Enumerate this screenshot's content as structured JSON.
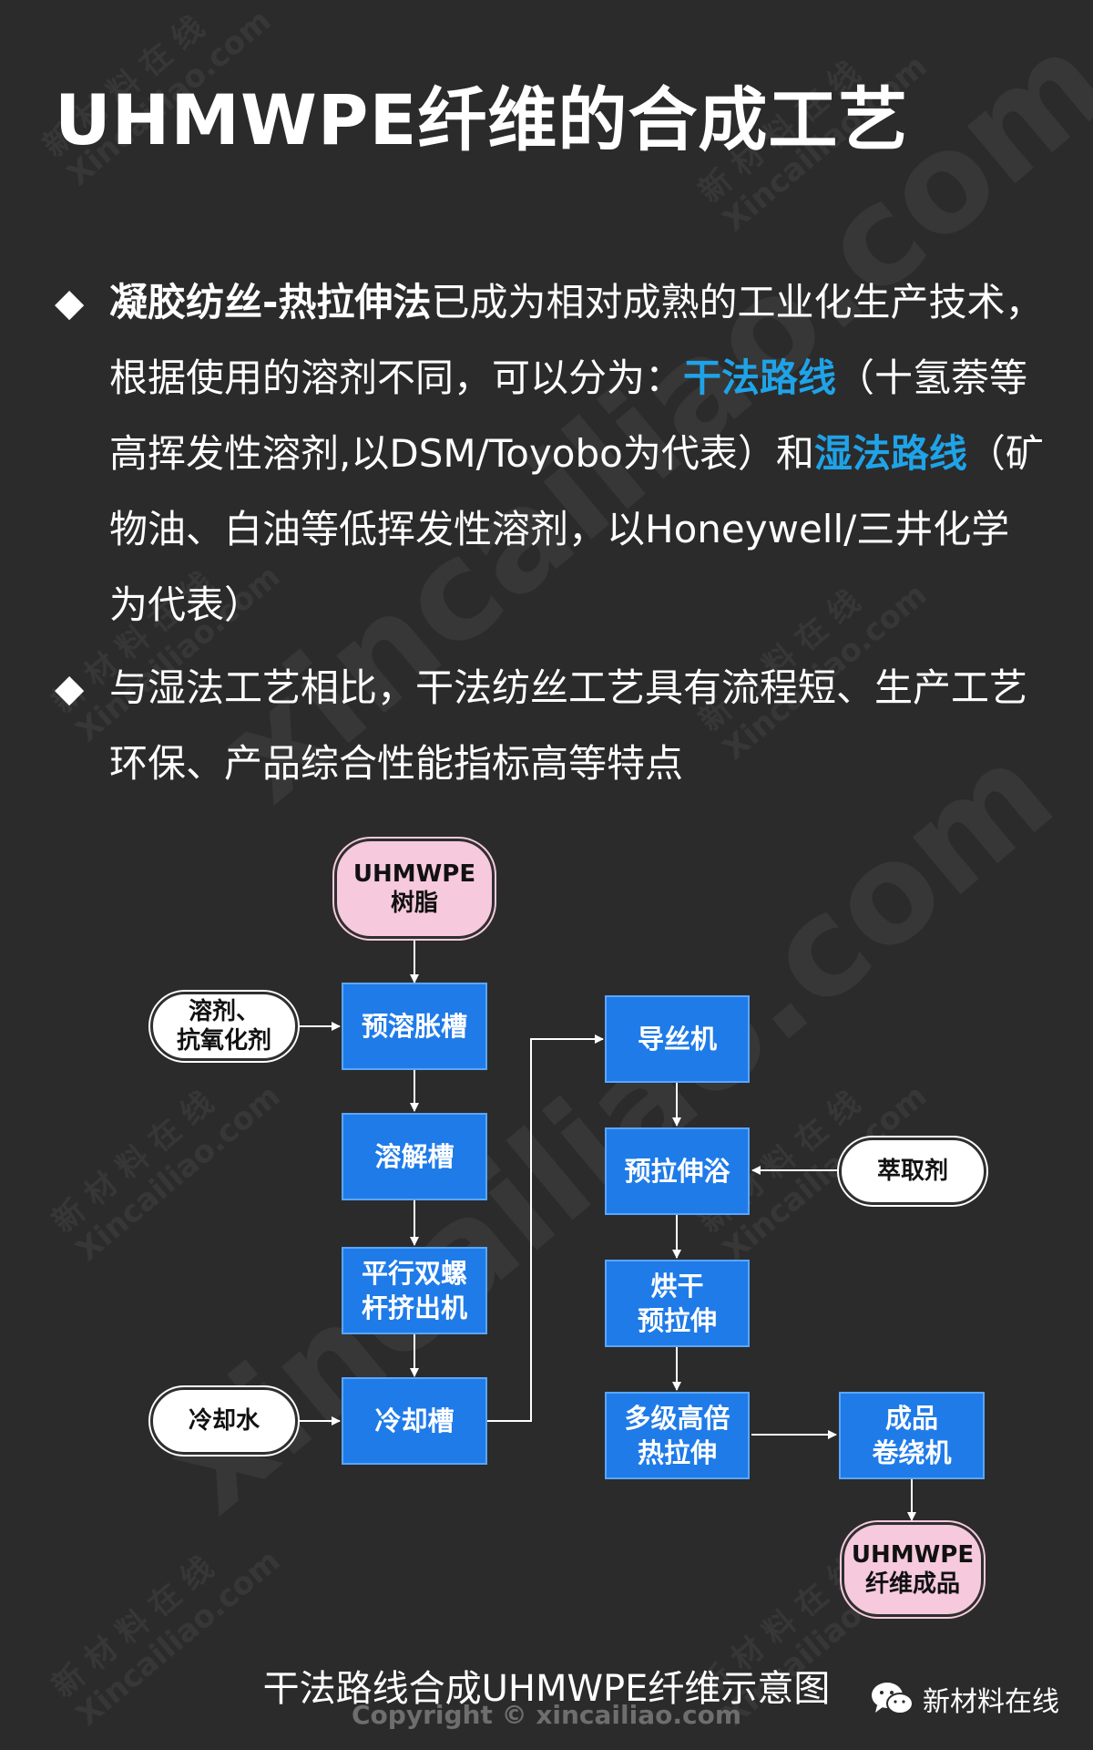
{
  "title": "UHMWPE纤维的合成工艺",
  "bullets": [
    {
      "mark": "◆",
      "segments": [
        {
          "text": "凝胶纺丝-热拉伸法",
          "style": "bold"
        },
        {
          "text": "已成为相对成熟的工业化生产技术，根据使用的溶剂不同，可以分为：",
          "style": "normal"
        },
        {
          "text": "干法路线",
          "style": "blue"
        },
        {
          "text": "（十氢萘等高挥发性溶剂,以DSM/Toyobo为代表）和",
          "style": "normal"
        },
        {
          "text": "湿法路线",
          "style": "blue"
        },
        {
          "text": "（矿物油、白油等低挥发性溶剂，以Honeywell/三井化学为代表）",
          "style": "normal"
        }
      ]
    },
    {
      "mark": "◆",
      "segments": [
        {
          "text": "与湿法工艺相比，干法纺丝工艺具有流程短、生产工艺环保、产品综合性能指标高等特点",
          "style": "normal"
        }
      ]
    }
  ],
  "diagram": {
    "nodes": {
      "resin": "UHMWPE\n树脂",
      "solvent": "溶剂、\n抗氧化剂",
      "preswell": "预溶胀槽",
      "dissolve": "溶解槽",
      "extruder": "平行双螺\n杆挤出机",
      "coolwater": "冷却水",
      "cooling": "冷却槽",
      "guide": "导丝机",
      "prestretch_bath": "预拉伸浴",
      "extractant": "萃取剂",
      "dry_prestretch": "烘干\n预拉伸",
      "multistage": "多级高倍\n热拉伸",
      "winder": "成品\n卷绕机",
      "product": "UHMWPE\n纤维成品"
    }
  },
  "caption": "干法路线合成UHMWPE纤维示意图",
  "copyright": "Copyright © xincailiao.com",
  "brand": "新材料在线",
  "watermark": {
    "big": "xincailiao.com",
    "small_cn": "新 材 料 在 线",
    "small_en": "Xincailiao.com"
  },
  "colors": {
    "background": "#2b2b2b",
    "process_box": "#1f7be8",
    "pink_pill": "#f6c9dc",
    "highlight_blue": "#1fa3e8"
  }
}
